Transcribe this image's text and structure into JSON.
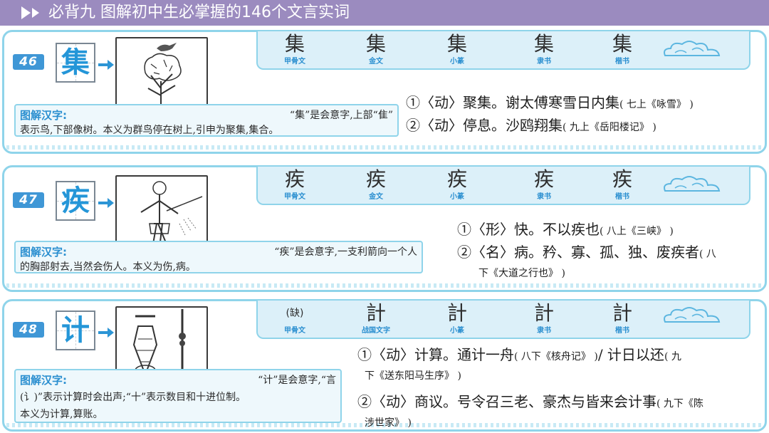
{
  "header": {
    "title": "必背九 图解初中生必掌握的146个文言实词"
  },
  "script_labels": [
    "甲骨文",
    "金文",
    "小篆",
    "隶书",
    "楷书"
  ],
  "cards": [
    {
      "number": "46",
      "char": "集",
      "forms": [
        {
          "glyph": "集",
          "label": "甲骨文"
        },
        {
          "glyph": "集",
          "label": "金文"
        },
        {
          "glyph": "集",
          "label": "小篆"
        },
        {
          "glyph": "集",
          "label": "隶书"
        },
        {
          "glyph": "集",
          "label": "楷书"
        }
      ],
      "explain_tag": "图解汉字:",
      "explain_lines": [
        "“集”是会意字,上部“隹”",
        "表示鸟,下部像树。本义为群鸟停在树上,引申为聚集,集合。"
      ],
      "meanings": [
        {
          "text": "①〈动〉聚集。谢太傅寒雪日内集",
          "source": "( 七上《咏雪》 )"
        },
        {
          "text": "②〈动〉停息。沙鸥翔集",
          "source": "( 九上《岳阳楼记》 )"
        }
      ]
    },
    {
      "number": "47",
      "char": "疾",
      "forms": [
        {
          "glyph": "疾",
          "label": "甲骨文"
        },
        {
          "glyph": "疾",
          "label": "金文"
        },
        {
          "glyph": "疾",
          "label": "小篆"
        },
        {
          "glyph": "疾",
          "label": "隶书"
        },
        {
          "glyph": "疾",
          "label": "楷书"
        }
      ],
      "explain_tag": "图解汉字:",
      "explain_lines": [
        "“疾”是会意字,一支利箭向一个人",
        "的胸部射去,当然会伤人。本义为伤,病。"
      ],
      "meanings": [
        {
          "text": "①〈形〉快。不以疾也",
          "source": "( 八上《三峡》 )"
        },
        {
          "text": "②〈名〉病。矜、寡、孤、独、废疾者",
          "source": "( 八"
        },
        {
          "text": "",
          "source": "下《大道之行也》 )"
        }
      ]
    },
    {
      "number": "48",
      "char": "计",
      "forms": [
        {
          "glyph": "(缺)",
          "label": "甲骨文"
        },
        {
          "glyph": "計",
          "label": "战国文字"
        },
        {
          "glyph": "計",
          "label": "小篆"
        },
        {
          "glyph": "計",
          "label": "隶书"
        },
        {
          "glyph": "計",
          "label": "楷书"
        }
      ],
      "explain_tag": "图解汉字:",
      "explain_lines": [
        "“计”是会意字,“言",
        "(讠)”表示计算时会出声;“十”表示数目和十进位制。",
        "本义为计算,算账。"
      ],
      "meanings": [
        {
          "text": "①〈动〉计算。通计一舟",
          "source": "( 八下《核舟记》 )"
        },
        {
          "text": "/ 计日以还",
          "source": "( 九"
        },
        {
          "text": "",
          "source": "下《送东阳马生序》 )"
        },
        {
          "text": "②〈动〉商议。号令召三老、豪杰与皆来会计事",
          "source": "( 九下《陈"
        },
        {
          "text": "",
          "source": "涉世家》 )"
        }
      ]
    }
  ]
}
